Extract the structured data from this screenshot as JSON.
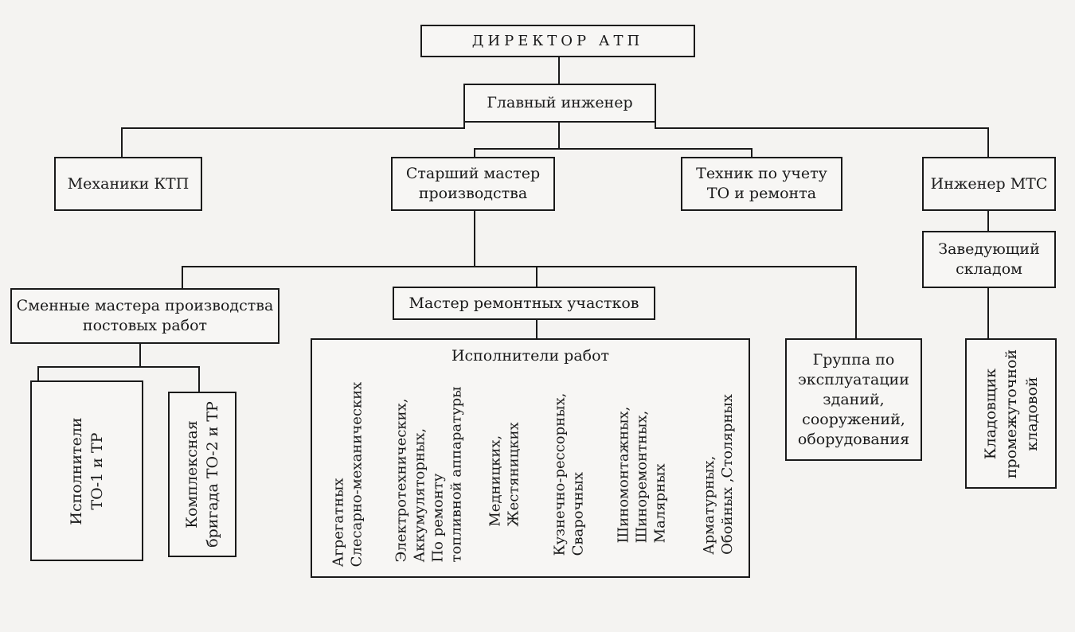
{
  "director": "ДИРЕКТОР АТП",
  "chief_engineer": "Главный инженер",
  "ktp_mechanics": "Механики КТП",
  "senior_master": "Старший мастер\nпроизводства",
  "technician": "Техник по учету\nТО и ремонта",
  "mts_engineer": "Инженер МТС",
  "warehouse_head": "Заведующий\nскладом",
  "shift_masters": "Сменные мастера производства\nпостовых работ",
  "repair_master": "Мастер ремонтных  участков",
  "executors_title": "Исполнители  работ",
  "executors_columns": [
    "Агрегатных\nСлесарно-механических",
    "Электротехнических,\nАккумуляторных,\nПо ремонту\nтопливной аппаратуры",
    "Медницких,\nЖестяницких",
    "Кузнечно-рессорных,\nСварочных",
    "Шиномонтажных,\nШиноремонтных,\nМалярных",
    "Арматурных,\nОбойных ,Столярных"
  ],
  "maintenance_group": "Группа по\nэксплуатации\nзданий,\nсооружений,\nоборудования",
  "to1_executors": "Исполнители\nТО-1 и ТР",
  "to2_brigade": "Комплексная\nбригада ТО-2 и ТР",
  "storekeeper": "Кладовщик\nпромежуточной\nкладовой"
}
